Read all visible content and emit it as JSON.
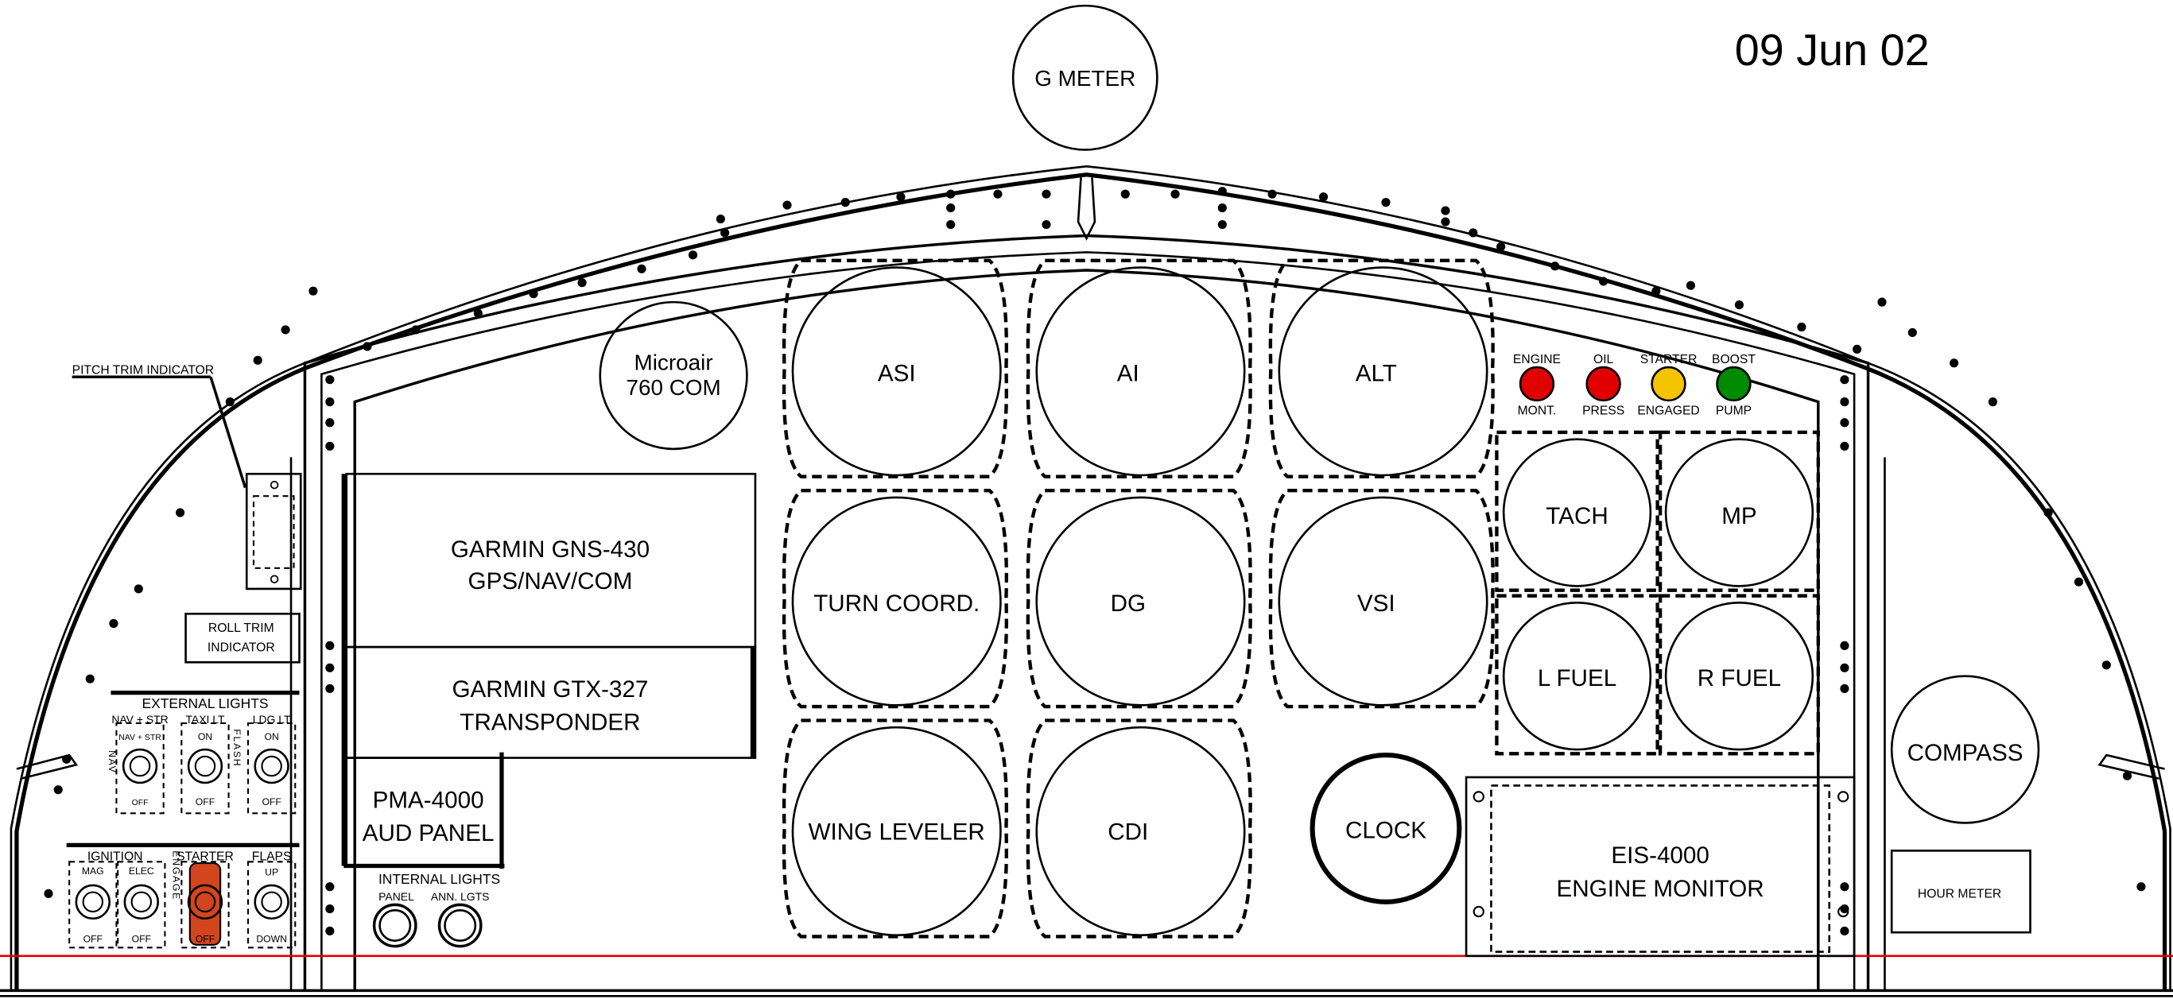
{
  "date": "09 Jun 02",
  "g_meter": "G METER",
  "microair": [
    "Microair",
    "760 COM"
  ],
  "flight_instruments": {
    "asi": "ASI",
    "ai": "AI",
    "alt": "ALT",
    "turn": "TURN COORD.",
    "dg": "DG",
    "vsi": "VSI",
    "wing": "WING LEVELER",
    "cdi": "CDI"
  },
  "clock": "CLOCK",
  "engine_gauges": {
    "tach": "TACH",
    "mp": "MP",
    "lfuel": "L FUEL",
    "rfuel": "R FUEL"
  },
  "compass": "COMPASS",
  "hour_meter": "HOUR METER",
  "eis": [
    "EIS-4000",
    "ENGINE MONITOR"
  ],
  "gns": [
    "GARMIN GNS-430",
    "GPS/NAV/COM"
  ],
  "gtx": [
    "GARMIN GTX-327",
    "TRANSPONDER"
  ],
  "pma": [
    "PMA-4000",
    "AUD PANEL"
  ],
  "annunciators": [
    {
      "top": "ENGINE",
      "bottom": "MONT.",
      "color": "#e00000"
    },
    {
      "top": "OIL",
      "bottom": "PRESS",
      "color": "#e00000"
    },
    {
      "top": "STARTER",
      "bottom": "ENGAGED",
      "color": "#f5c400"
    },
    {
      "top": "BOOST",
      "bottom": "PUMP",
      "color": "#008a00"
    }
  ],
  "pitch_trim": "PITCH TRIM INDICATOR",
  "roll_trim": [
    "ROLL TRIM",
    "INDICATOR"
  ],
  "external_lights": {
    "title": "EXTERNAL LIGHTS",
    "nav_str": "NAV + STR",
    "nav_str_small": "NAV + STR",
    "taxi_lt": "TAXI LT",
    "ldg_lt": "LDG LT",
    "on": "ON",
    "off": "OFF",
    "nav_vert": "NAV",
    "flash_vert": "FLASH"
  },
  "lower_switches": {
    "ignition": "IGNITION",
    "starter": "STARTER",
    "flaps": "FLAPS",
    "mag": "MAG",
    "elec": "ELEC",
    "off": "OFF",
    "up": "UP",
    "down": "DOWN",
    "engage_vert": "ENGAGE"
  },
  "internal_lights": {
    "title": "INTERNAL LIGHTS",
    "panel": "PANEL",
    "ann": "ANN. LGTS"
  },
  "colors": {
    "starter_switch": "#d2451e",
    "reference_line": "#e00000"
  }
}
